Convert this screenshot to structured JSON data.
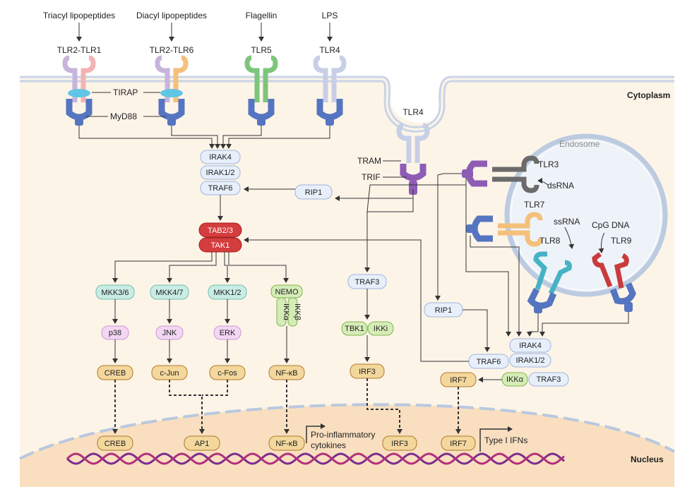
{
  "regions": {
    "cytoplasm": "Cytoplasm",
    "nucleus": "Nucleus",
    "endosome": "Endosome"
  },
  "ligands": {
    "triacyl": "Triacyl lipopeptides",
    "diacyl": "Diacyl lipopeptides",
    "flagellin": "Flagellin",
    "lps": "LPS",
    "dsrna": "dsRNA",
    "ssrna": "ssRNA",
    "cpg": "CpG DNA"
  },
  "receptors": {
    "tlr2_tlr1": "TLR2-TLR1",
    "tlr2_tlr6": "TLR2-TLR6",
    "tlr5": "TLR5",
    "tlr4_surface": "TLR4",
    "tlr4_endo": "TLR4",
    "tlr3": "TLR3",
    "tlr7": "TLR7",
    "tlr8": "TLR8",
    "tlr9": "TLR9"
  },
  "adaptors": {
    "tirap": "TIRAP",
    "myd88": "MyD88",
    "tram": "TRAM",
    "trif": "TRIF"
  },
  "nodes": {
    "irak4": "IRAK4",
    "irak12": "IRAK1/2",
    "traf6": "TRAF6",
    "rip1": "RIP1",
    "tab23": "TAB2/3",
    "tak1": "TAK1",
    "mkk36": "MKK3/6",
    "mkk47": "MKK4/7",
    "mkk12": "MKK1/2",
    "nemo": "NEMO",
    "ikka": "IKKα",
    "ikkb": "IKKβ",
    "p38": "p38",
    "jnk": "JNK",
    "erk": "ERK",
    "creb": "CREB",
    "cjun": "c-Jun",
    "cfos": "c-Fos",
    "nfkb": "NF-κB",
    "traf3": "TRAF3",
    "tbk1": "TBK1",
    "ikki": "IKKi",
    "irf3": "IRF3",
    "rip1_b": "RIP1",
    "traf6_b": "TRAF6",
    "irak4_b": "IRAK4",
    "irak12_b": "IRAK1/2",
    "irf7": "IRF7",
    "ikka_b": "IKKα",
    "traf3_b": "TRAF3"
  },
  "nuclear": {
    "creb": "CREB",
    "ap1": "AP1",
    "nfkb": "NF-κB",
    "irf3": "IRF3",
    "irf7": "IRF7"
  },
  "outputs": {
    "proinflammatory_1": "Pro-inflammatory",
    "proinflammatory_2": "cytokines",
    "type1": "Type I IFNs"
  },
  "colors": {
    "cytoplasm": "#fdf4e8",
    "membrane": "#c9d4e6",
    "nucleus": "#f9dfc0",
    "tak1": "#d43d3d",
    "mkk": "#c9ece4",
    "mapk": "#f3d6f3",
    "tf": "#f3d79d",
    "ikk_green": "#d6ecb8",
    "blue_node": "#e7effb",
    "dna_a": "#7b2d8e",
    "dna_b": "#b3307a"
  }
}
